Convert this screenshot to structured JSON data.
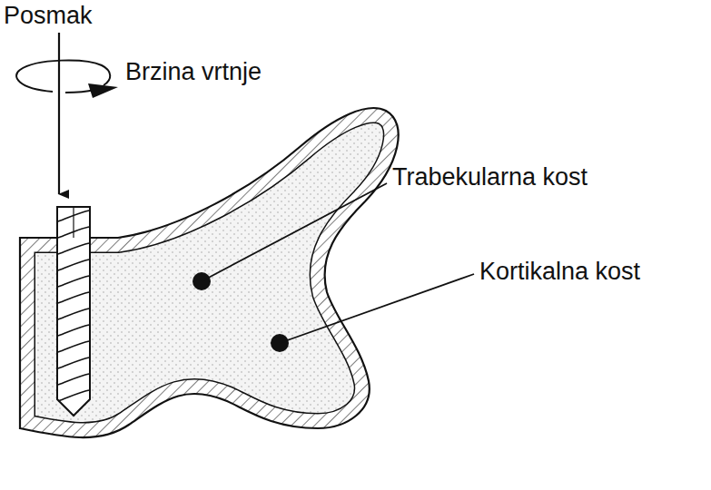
{
  "diagram": {
    "labels": [
      "Posmak",
      "Brzina vrtnje",
      "Trabekularna kost",
      "Kortikalna kost"
    ]
  }
}
